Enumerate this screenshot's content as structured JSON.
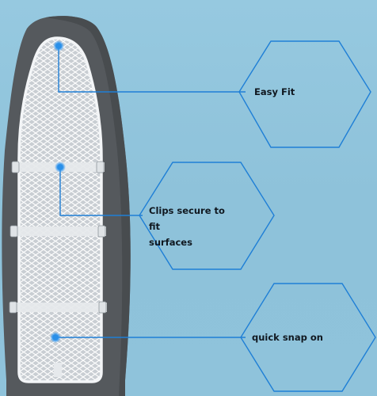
{
  "callouts": {
    "easy_fit": "Easy Fit",
    "clips_line1": "Clips secure to fit",
    "clips_line2": "surfaces",
    "quick_snap": "quick snap on"
  },
  "colors": {
    "background": "#8fc4dc",
    "board_cover": "#55585c",
    "mesh": "#e9edf0",
    "outline_stroke": "#1f7fd6",
    "marker": "#2a8fe8"
  }
}
